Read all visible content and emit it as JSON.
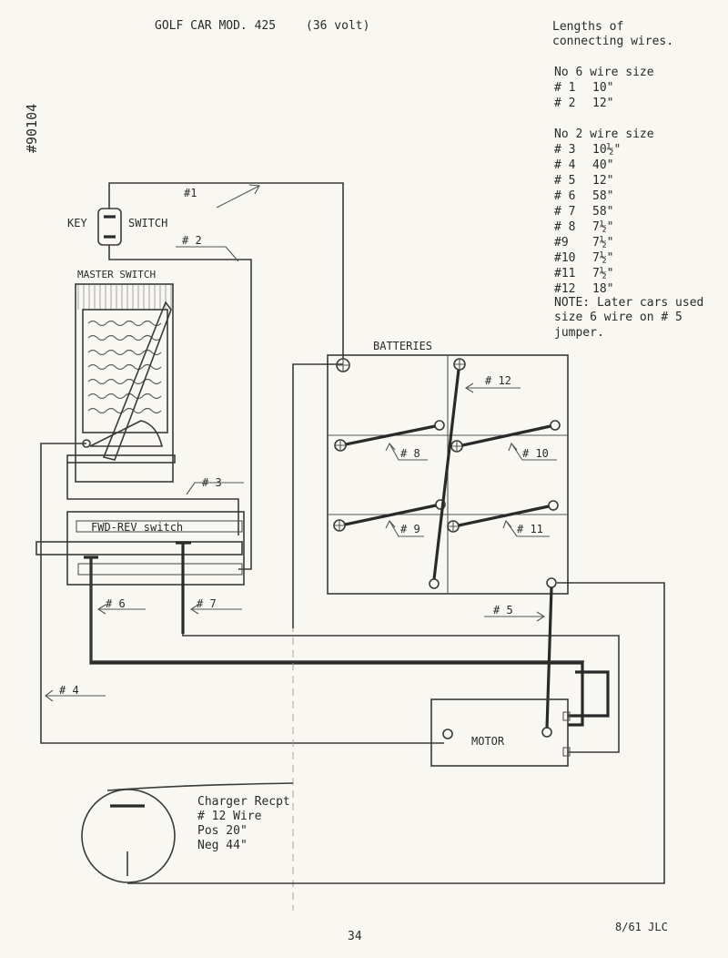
{
  "header": {
    "title": "GOLF CAR MOD. 425",
    "voltage": "(36 volt)",
    "doc_id": "#90104"
  },
  "lengths": {
    "title_line1": "Lengths of",
    "title_line2": "connecting wires.",
    "no6_heading": "No 6 wire size",
    "no6_items": [
      {
        "num": "# 1",
        "len": "10\""
      },
      {
        "num": "# 2",
        "len": "12\""
      }
    ],
    "no2_heading": "No 2 wire size",
    "no2_items": [
      {
        "num": "# 3",
        "len": "10½\""
      },
      {
        "num": "# 4",
        "len": "40\""
      },
      {
        "num": "# 5",
        "len": "12\""
      },
      {
        "num": "# 6",
        "len": "58\""
      },
      {
        "num": "# 7",
        "len": "58\""
      },
      {
        "num": "# 8",
        "len": "7½\""
      },
      {
        "num": "#9",
        "len": "7½\""
      },
      {
        "num": "#10",
        "len": "7½\""
      },
      {
        "num": "#11",
        "len": "7½\""
      },
      {
        "num": "#12",
        "len": "18\""
      }
    ],
    "note_line1": "NOTE: Later cars used",
    "note_line2": "size 6 wire on # 5",
    "note_line3": "jumper."
  },
  "diagram": {
    "key_label": "KEY",
    "switch_label": "SWITCH",
    "master_switch_label": "MASTER SWITCH",
    "fwd_rev_label": "FWD-REV switch",
    "batteries_label": "BATTERIES",
    "motor_label": "MOTOR",
    "wire_labels": {
      "w1": "#1",
      "w2": "# 2",
      "w3": "# 3",
      "w4": "# 4",
      "w5": "# 5",
      "w6": "# 6",
      "w7": "# 7",
      "w8": "# 8",
      "w9": "# 9",
      "w10": "# 10",
      "w11": "# 11",
      "w12": "# 12"
    },
    "charger": {
      "line1": "Charger Recpt",
      "line2": "# 12 Wire",
      "line3": "Pos 20\"",
      "line4": "Neg 44\""
    }
  },
  "footer": {
    "page_number": "34",
    "date_initials": "8/61 JLC"
  }
}
